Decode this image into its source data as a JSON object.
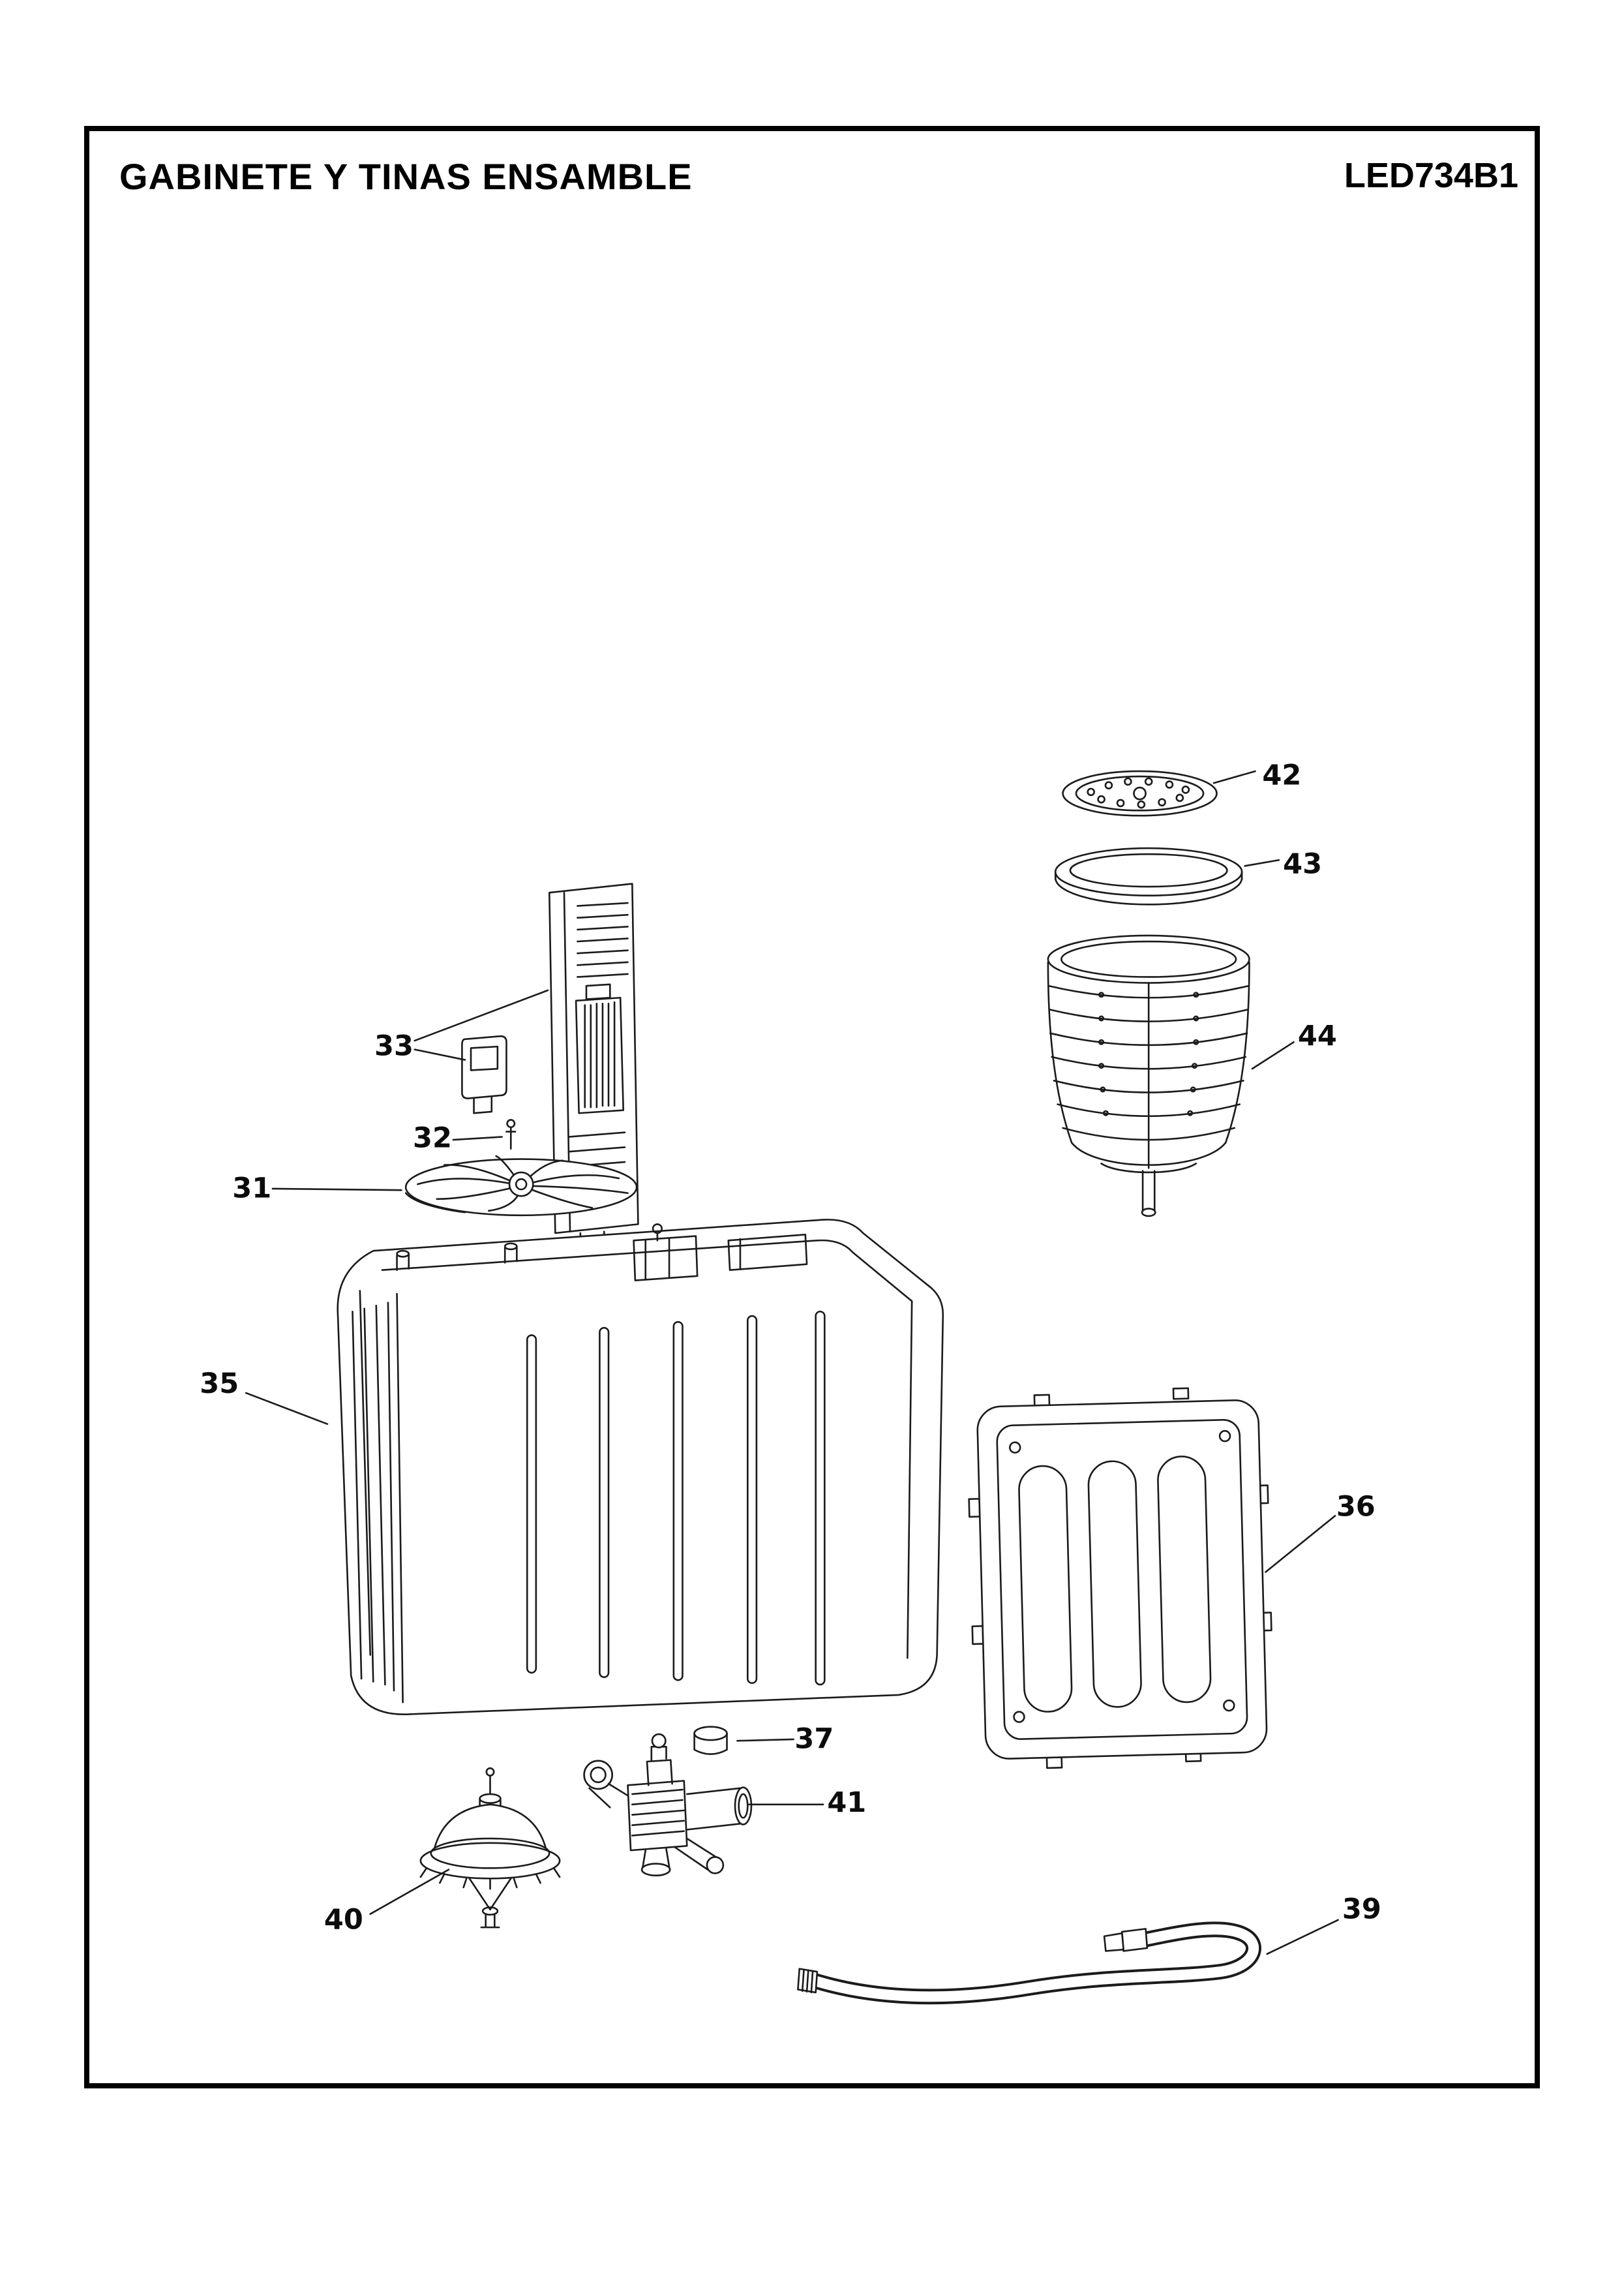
{
  "header": {
    "title": "GABINETE Y TINAS ENSAMBLE",
    "part_number": "LED734B1"
  },
  "colors": {
    "ink": "#1b1b1b",
    "paper": "#ffffff"
  },
  "callouts": {
    "c31": "31",
    "c32": "32",
    "c33": "33",
    "c35": "35",
    "c36": "36",
    "c37": "37",
    "c39": "39",
    "c40": "40",
    "c41": "41",
    "c42": "42",
    "c43": "43",
    "c44": "44"
  }
}
